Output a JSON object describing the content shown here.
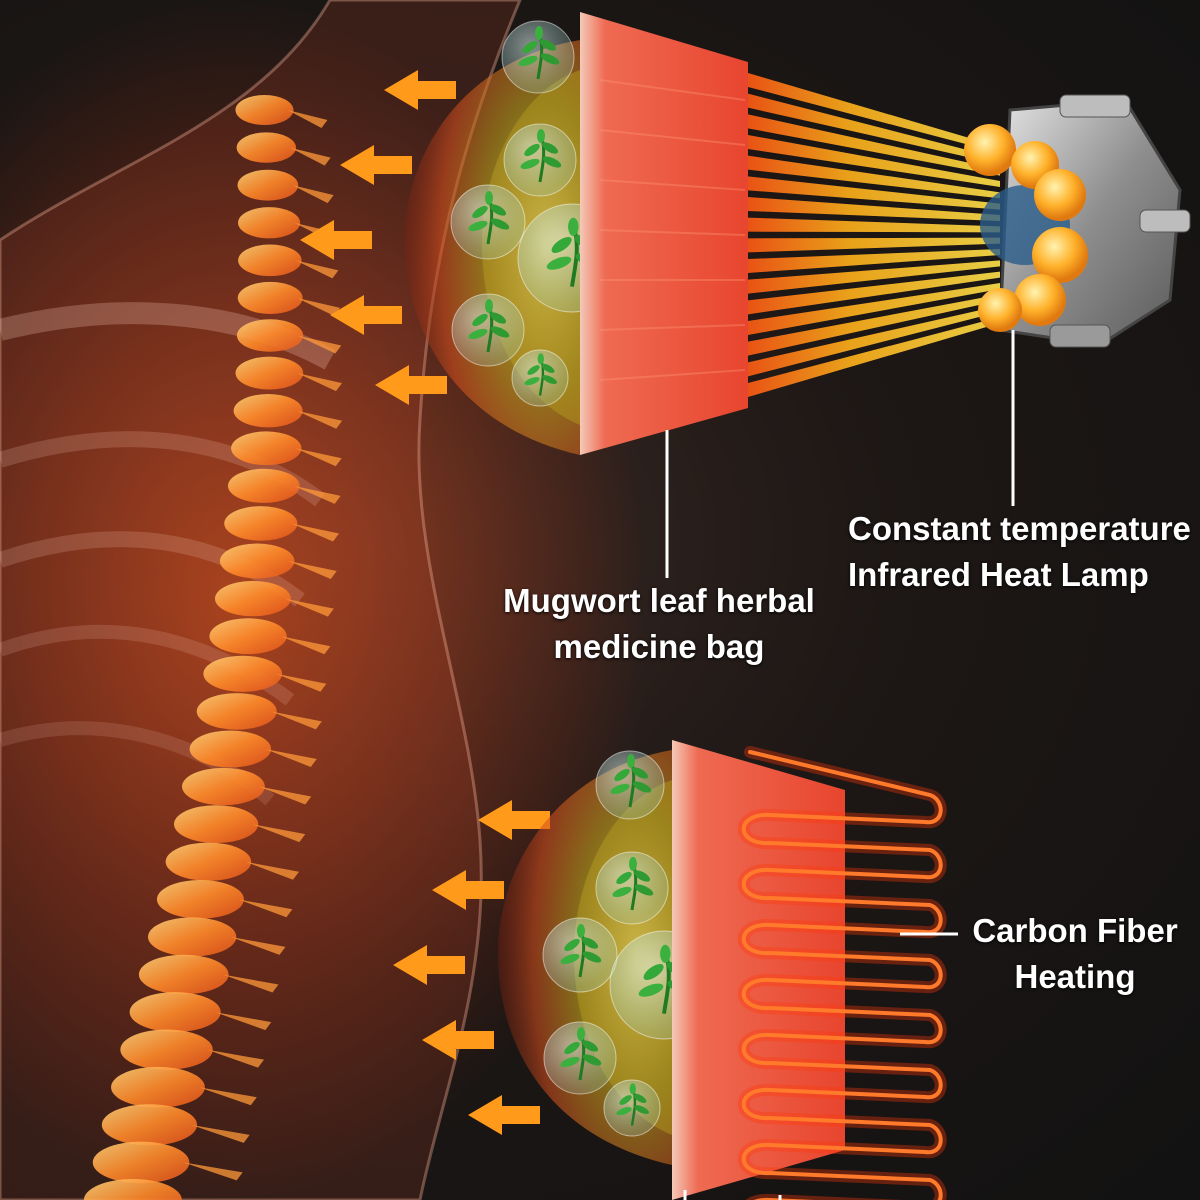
{
  "labels": {
    "lamp": {
      "line1": "Constant temperature",
      "line2": "Infrared Heat Lamp"
    },
    "bag": {
      "line1": "Mugwort leaf herbal",
      "line2": "medicine bag"
    },
    "carbon": {
      "line1": "Carbon Fiber",
      "line2": "Heating"
    }
  },
  "colors": {
    "background": "#141414",
    "spine_glow": "#ff7a1a",
    "heat_rays": "#ffd21a",
    "heat_arrows": "#ff9a1a",
    "heating_coil": "#ff5a14",
    "herb_leaf": "#2f9a32",
    "pad": "#e8604a",
    "label_text": "#ffffff"
  },
  "icons": {
    "arrow": "heat-arrow-icon",
    "herb": "mugwort-leaf-icon",
    "lamp": "infrared-lamp-icon",
    "coil": "carbon-fiber-coil-icon"
  }
}
